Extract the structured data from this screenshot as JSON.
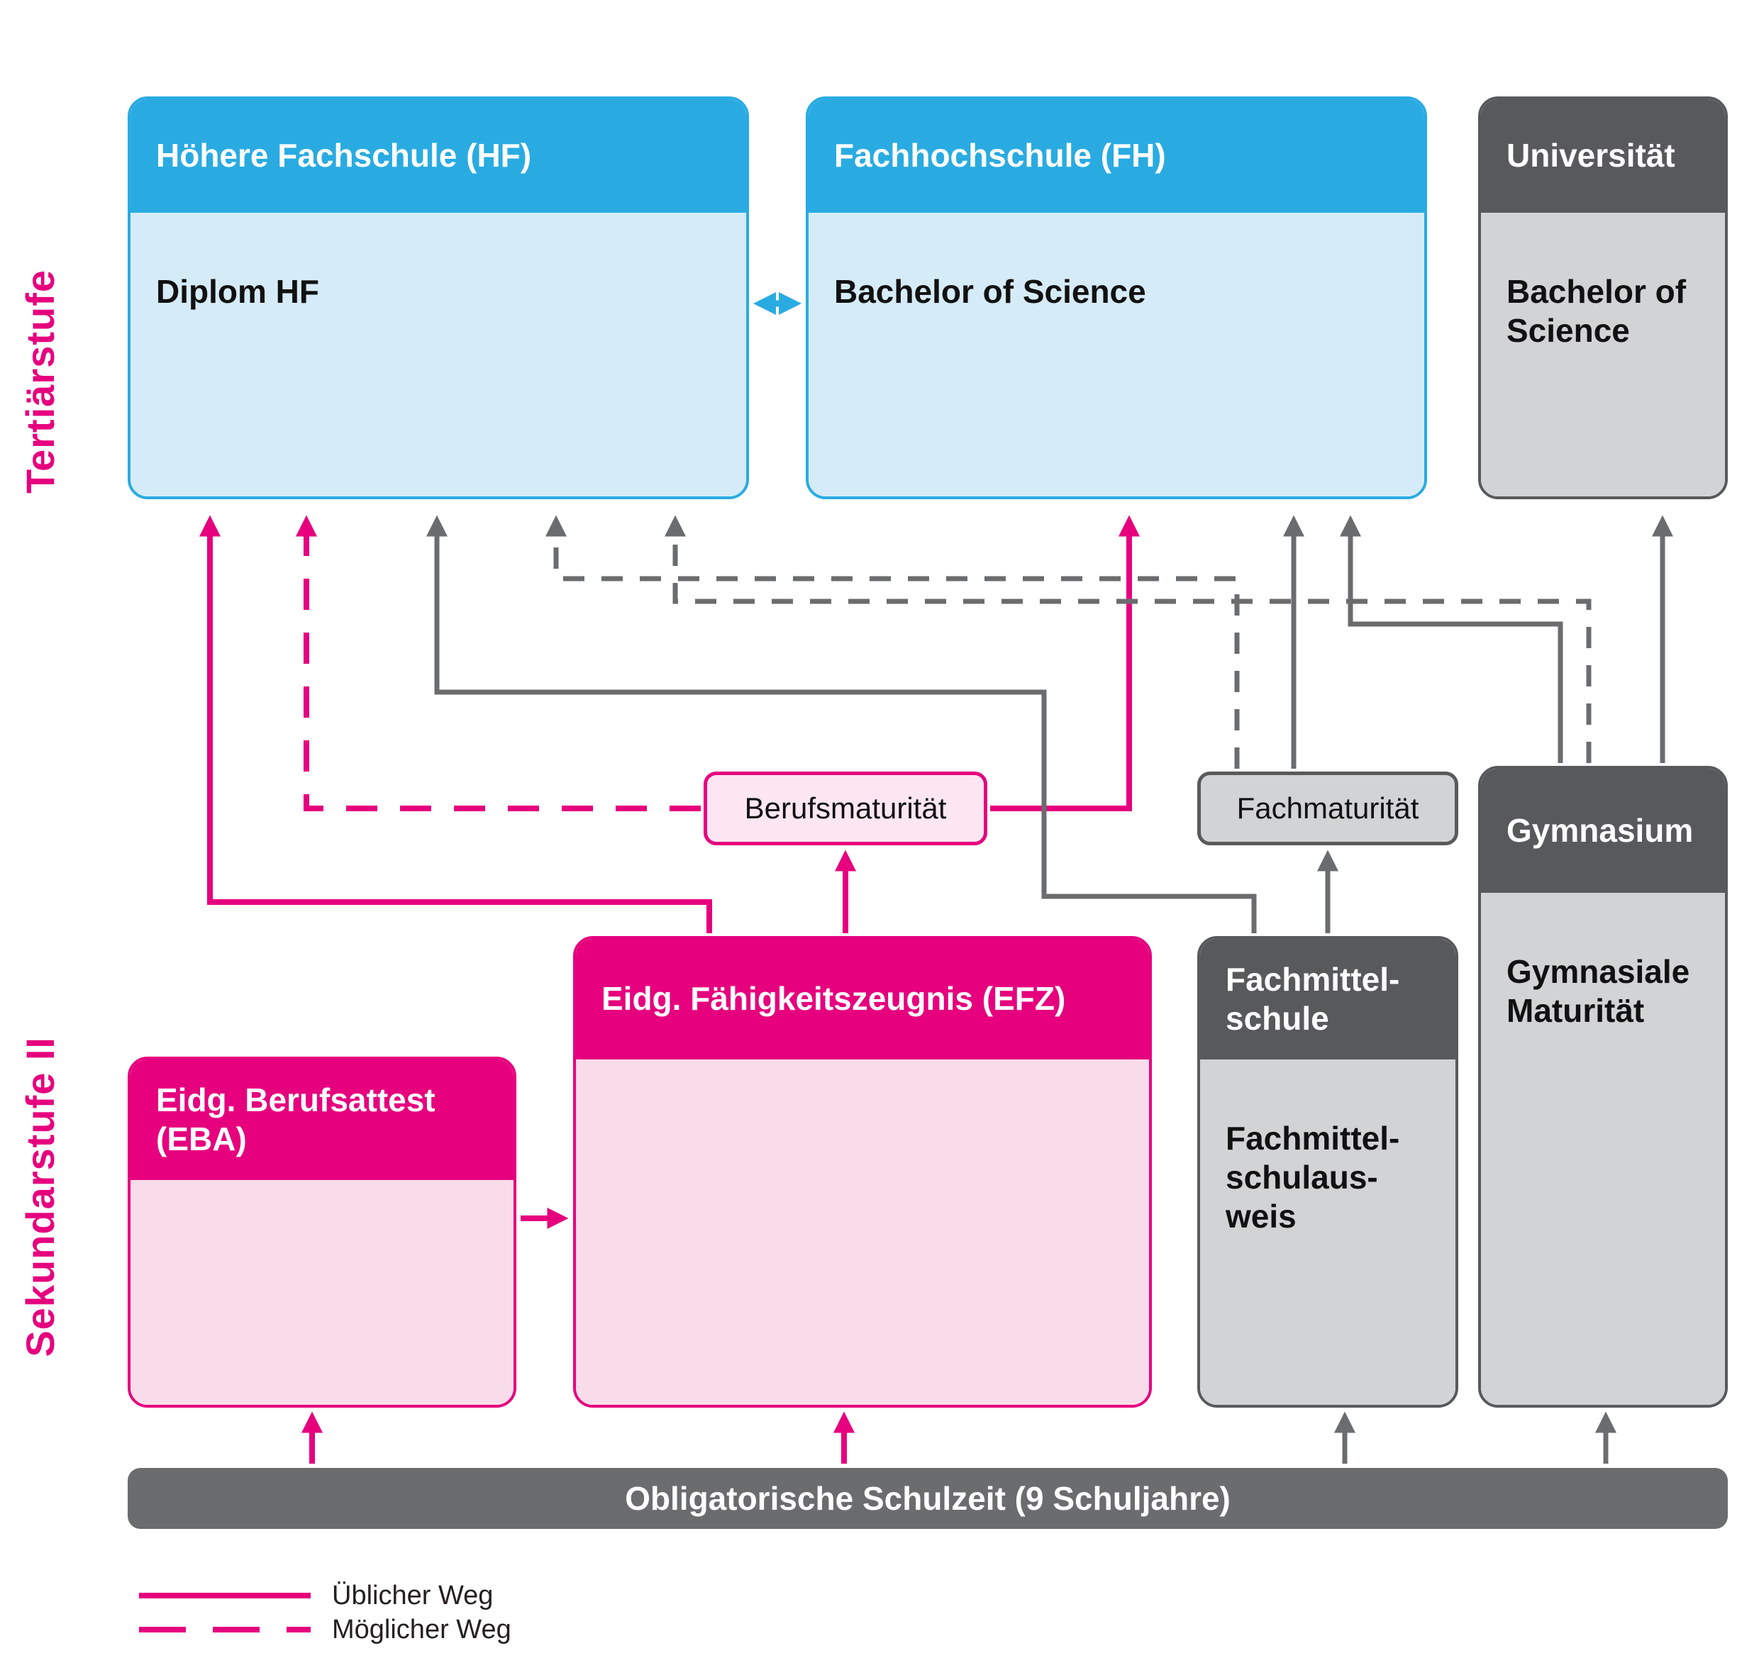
{
  "stages": {
    "tertiary_label": "Tertiärstufe",
    "secondary_label": "Sekundarstufe II"
  },
  "boxes": {
    "hf": {
      "title": "Höhere Fachschule (HF)",
      "body": "Diplom HF"
    },
    "fh": {
      "title": "Fachhochschule (FH)",
      "body": "Bachelor of Science"
    },
    "uni": {
      "title": "Universität",
      "body": "Bachelor of\nScience"
    },
    "berufsmaturitaet": {
      "label": "Berufsmaturität"
    },
    "fachmaturitaet": {
      "label": "Fachmaturität"
    },
    "gymnasium": {
      "title": "Gymnasium",
      "body": "Gymnasiale\nMaturität"
    },
    "efz": {
      "title": "Eidg. Fähigkeitszeugnis (EFZ)"
    },
    "eba": {
      "title": "Eidg. Berufsattest\n(EBA)"
    },
    "fachmittelschule": {
      "title": "Fachmittel-\nschule",
      "body": "Fachmittel-\nschulaus-\nweis"
    }
  },
  "school_bar": {
    "label": "Obligatorische Schulzeit (9 Schuljahre)"
  },
  "legend": {
    "usual_label": "Üblicher Weg",
    "possible_label": "Möglicher Weg"
  },
  "colors": {
    "blue": "#29abe2",
    "blue_light": "#d6ebf8",
    "pink": "#e6007e",
    "pink_light": "#f9dcea",
    "gray_dark": "#58595b",
    "gray_light": "#d2d3d4",
    "gray_bar": "#6b6c6e"
  },
  "edges": [
    {
      "from": "obligatorische-schulzeit",
      "to": "eba",
      "type": "ueblich"
    },
    {
      "from": "obligatorische-schulzeit",
      "to": "efz",
      "type": "ueblich"
    },
    {
      "from": "obligatorische-schulzeit",
      "to": "fachmittelschule",
      "type": "ueblich"
    },
    {
      "from": "obligatorische-schulzeit",
      "to": "gymnasium",
      "type": "ueblich"
    },
    {
      "from": "eba",
      "to": "efz",
      "type": "ueblich"
    },
    {
      "from": "efz",
      "to": "berufsmaturitaet",
      "type": "ueblich"
    },
    {
      "from": "efz",
      "to": "hf",
      "type": "ueblich"
    },
    {
      "from": "berufsmaturitaet",
      "to": "fh",
      "type": "ueblich"
    },
    {
      "from": "berufsmaturitaet",
      "to": "hf",
      "type": "moeglich"
    },
    {
      "from": "fachmittelschule",
      "to": "fachmaturitaet",
      "type": "ueblich"
    },
    {
      "from": "fachmittelschule",
      "to": "hf",
      "type": "ueblich"
    },
    {
      "from": "fachmaturitaet",
      "to": "fh",
      "type": "ueblich"
    },
    {
      "from": "fachmaturitaet",
      "to": "hf",
      "type": "moeglich"
    },
    {
      "from": "gymnasium",
      "to": "universitaet",
      "type": "ueblich"
    },
    {
      "from": "gymnasium",
      "to": "fh",
      "type": "ueblich"
    },
    {
      "from": "gymnasium",
      "to": "hf",
      "type": "moeglich"
    },
    {
      "from": "hf",
      "to": "fh",
      "type": "aequivalenz-beidseitig"
    }
  ]
}
